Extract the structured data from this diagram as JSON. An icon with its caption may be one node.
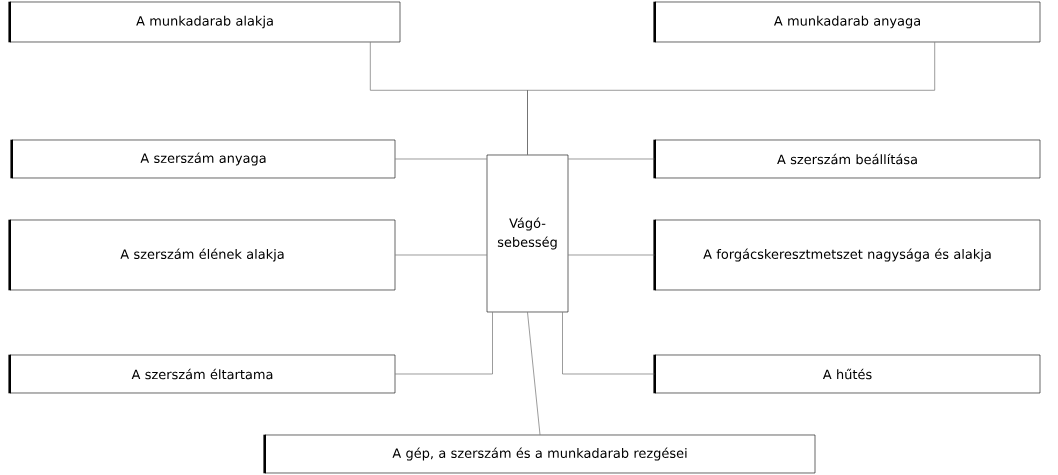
{
  "diagram": {
    "nodes": [
      {
        "text": [
          "A munkadarab alakja"
        ]
      },
      {
        "text": [
          "A munkadarab anyaga"
        ]
      },
      {
        "text": [
          "A szerszám anyaga"
        ]
      },
      {
        "text": [
          "A szerszám beállítása"
        ]
      },
      {
        "text": [
          "Vágó- sebesség"
        ]
      },
      {
        "text": [
          "A szerszám élének alakja"
        ]
      },
      {
        "text": [
          "A forgácskeresztmetszet nagysága és alakja"
        ]
      },
      {
        "text": [
          "A szerszám éltartama"
        ]
      },
      {
        "text": [
          "A hűtés"
        ]
      },
      {
        "text": [
          "A gép, a szerszám és a munkadarab rezgései"
        ]
      }
    ],
    "edges": [
      {
        "from": 0,
        "to": 4,
        "arrow": "none"
      },
      {
        "from": 1,
        "to": 4,
        "arrow": "none"
      },
      {
        "from": 2,
        "to": 4,
        "arrow": "none"
      },
      {
        "from": 3,
        "to": 4,
        "arrow": "none"
      },
      {
        "from": 5,
        "to": 4,
        "arrow": "none"
      },
      {
        "from": 6,
        "to": 4,
        "arrow": "none"
      },
      {
        "from": 7,
        "to": 4,
        "arrow": "none"
      },
      {
        "from": 8,
        "to": 4,
        "arrow": "none"
      },
      {
        "from": 4,
        "to": 9,
        "arrow": "none"
      }
    ]
  }
}
